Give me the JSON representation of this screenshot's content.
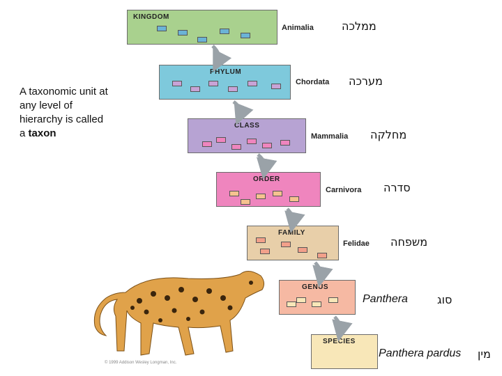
{
  "note": {
    "text": "A taxonomic unit at any level of hierarchy is called a ",
    "bold": "taxon"
  },
  "levels": [
    {
      "rank": "Kingdom",
      "taxon": "Animalia",
      "hebrew": "ממלכה",
      "color": "#a9d18e"
    },
    {
      "rank": "Phylum",
      "taxon": "Chordata",
      "hebrew": "מערכה",
      "color": "#7ec9dc"
    },
    {
      "rank": "Class",
      "taxon": "Mammalia",
      "hebrew": "מחלקה",
      "color": "#b7a3d3"
    },
    {
      "rank": "Order",
      "taxon": "Carnivora",
      "hebrew": "סדרה",
      "color": "#ef85be"
    },
    {
      "rank": "Family",
      "taxon": "Felidae",
      "hebrew": "משפחה",
      "color": "#e8cfa9"
    },
    {
      "rank": "Genus",
      "taxon": "Panthera",
      "hebrew": "סוג",
      "color": "#f6b9a3"
    },
    {
      "rank": "Species",
      "taxon": "Panthera pardus",
      "hebrew": "מין",
      "color": "#f8e7b8"
    }
  ],
  "copyright": "© 1999 Addison Wesley Longman, Inc."
}
